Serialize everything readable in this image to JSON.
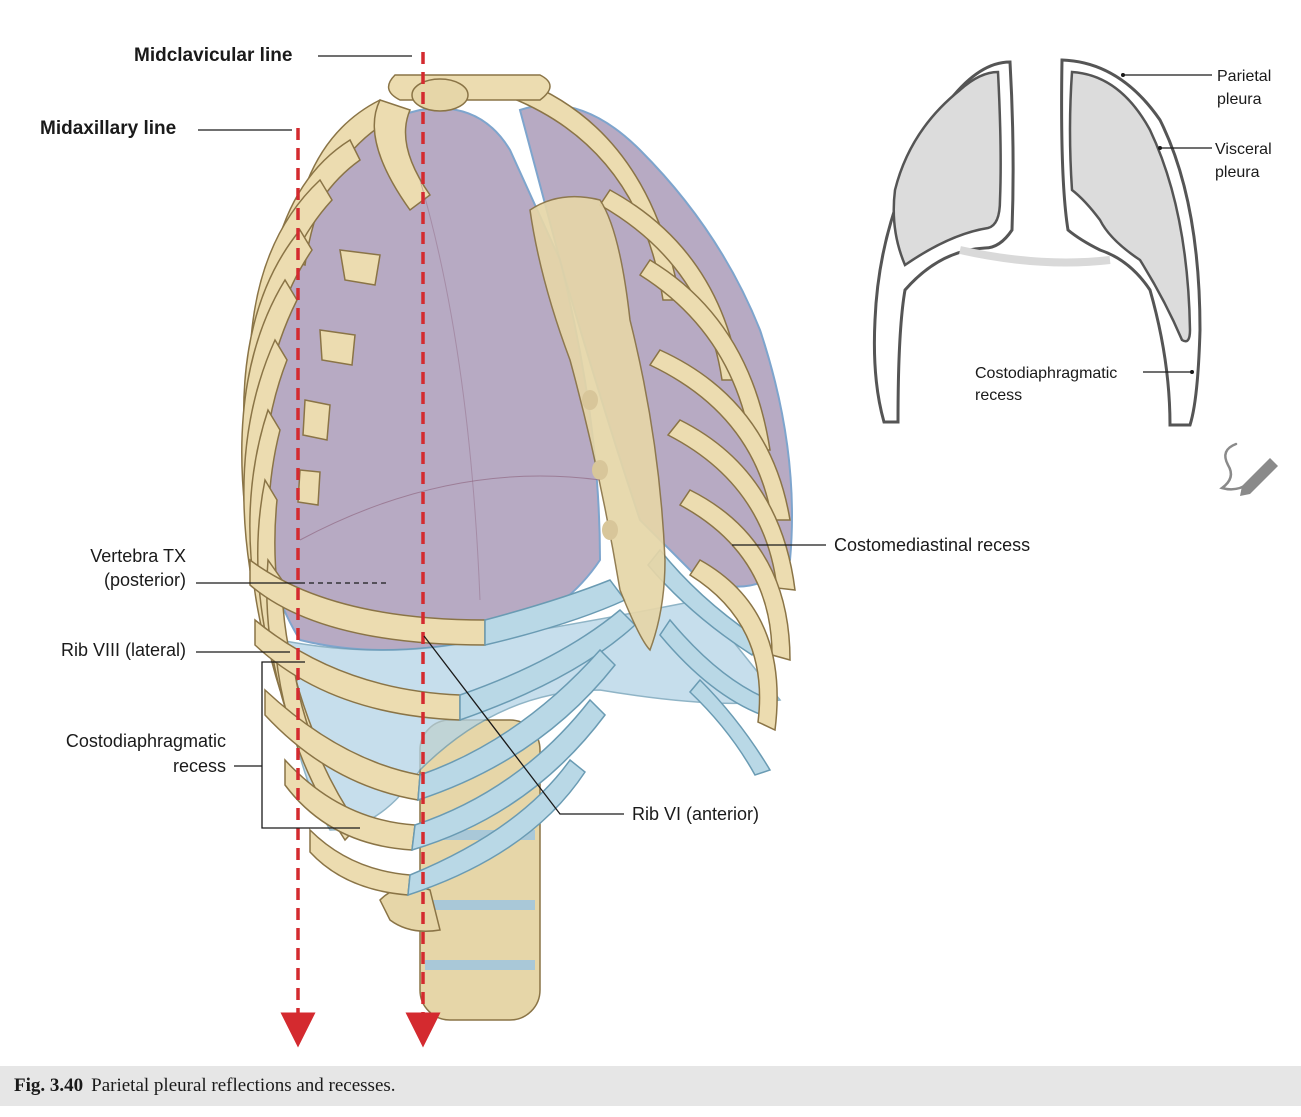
{
  "labels": {
    "midclavicular_line": "Midclavicular line",
    "midaxillary_line": "Midaxillary line",
    "vertebra_tx_line1": "Vertebra TX",
    "vertebra_tx_line2": "(posterior)",
    "rib_viii": "Rib VIII (lateral)",
    "costodiaphragmatic_line1": "Costodiaphragmatic",
    "costodiaphragmatic_line2": "recess",
    "rib_vi": "Rib VI (anterior)",
    "costomediastinal": "Costomediastinal recess"
  },
  "inset": {
    "parietal_line1": "Parietal",
    "parietal_line2": "pleura",
    "visceral_line1": "Visceral",
    "visceral_line2": "pleura",
    "costo_line1": "Costodiaphragmatic",
    "costo_line2": "recess"
  },
  "caption": {
    "number": "Fig. 3.40",
    "text": "Parietal pleural reflections and recesses."
  },
  "icons": {
    "draw": "pencil-squiggle-icon"
  },
  "colors": {
    "reference_line": "#d42a2f",
    "bone": "#ecdcb0",
    "cartilage": "#b9d8e6",
    "lung": "#a493b3",
    "pleura_fill": "#dddddd",
    "caption_bg": "#e6e6e6"
  }
}
